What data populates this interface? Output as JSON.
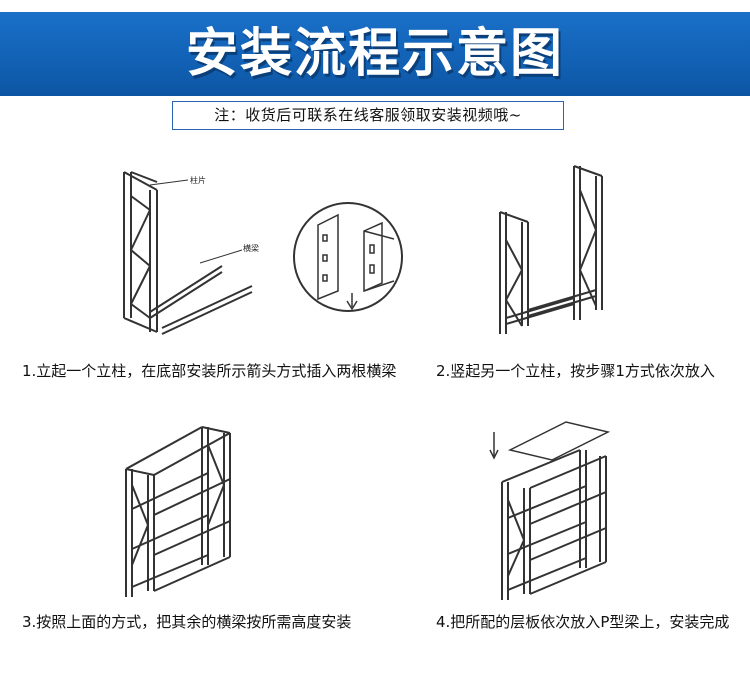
{
  "header": {
    "title": "安装流程示意图",
    "notice": "注：收货后可联系在线客服领取安装视频哦~"
  },
  "steps": [
    {
      "caption": "1.立起一个立柱，在底部安装所示箭头方式插入两根横梁",
      "labels": {
        "upright": "柱片",
        "beam": "横梁"
      }
    },
    {
      "caption": "2.竖起另一个立柱，按步骤1方式依次放入"
    },
    {
      "caption": "3.按照上面的方式，把其余的横梁按所需高度安装"
    },
    {
      "caption": "4.把所配的层板依次放入P型梁上，安装完成"
    }
  ],
  "colors": {
    "banner": "#1565c0",
    "notice_border": "#2a62b4",
    "line": "#333333"
  }
}
